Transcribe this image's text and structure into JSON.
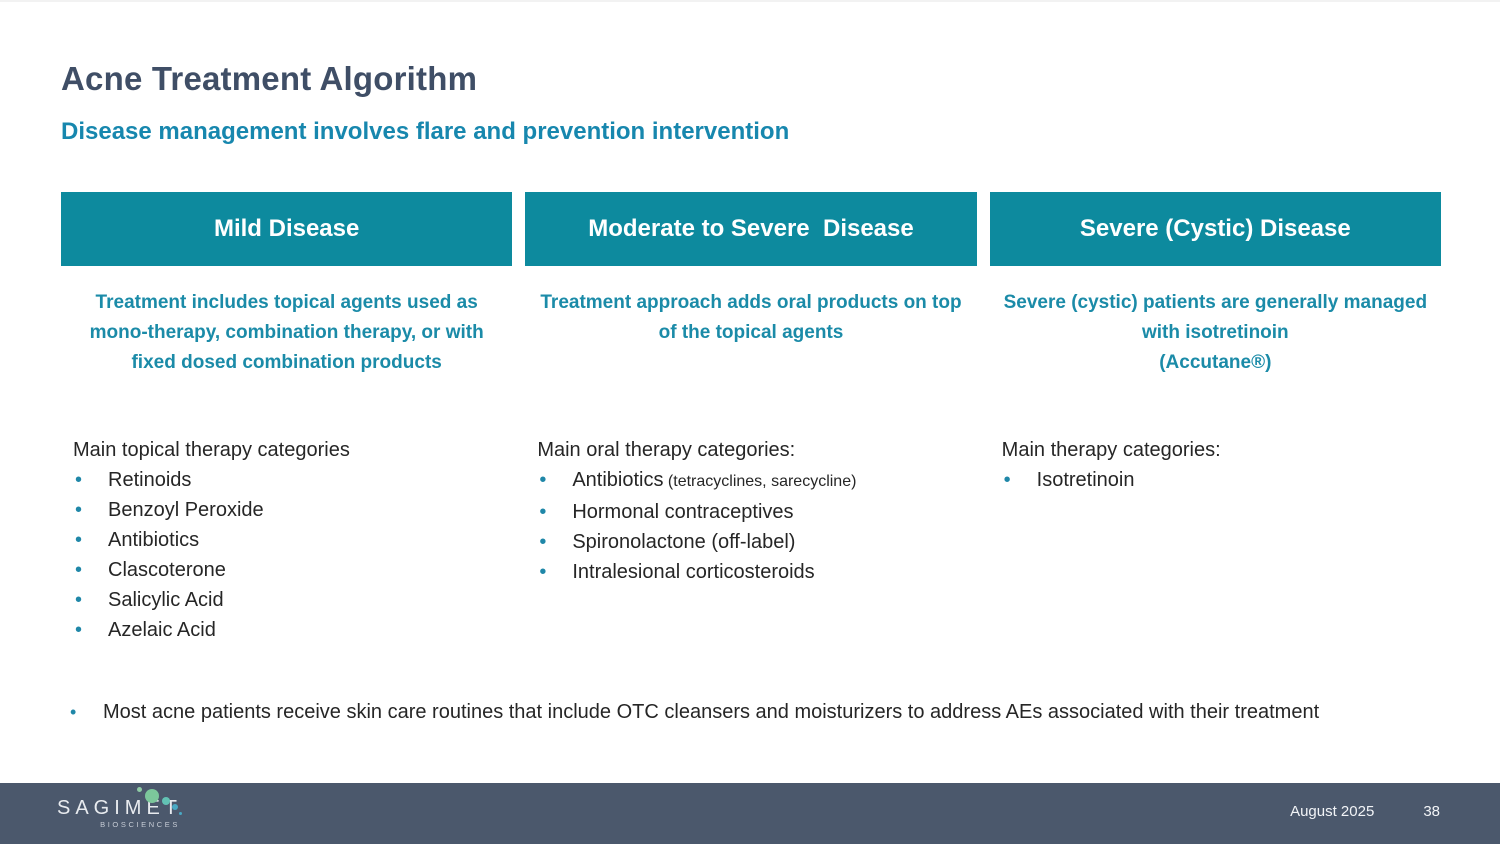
{
  "title": "Acne Treatment Algorithm",
  "subtitle": "Disease management involves flare and prevention intervention",
  "columns": [
    {
      "header": "Mild Disease",
      "description": "Treatment includes topical agents used as mono-therapy, combination therapy, or with fixed dosed combination products",
      "list_title": "Main topical therapy categories",
      "items": [
        {
          "text": "Retinoids"
        },
        {
          "text": "Benzoyl Peroxide"
        },
        {
          "text": "Antibiotics"
        },
        {
          "text": "Clascoterone"
        },
        {
          "text": "Salicylic Acid"
        },
        {
          "text": "Azelaic Acid"
        }
      ]
    },
    {
      "header": "Moderate to Severe  Disease",
      "description": "Treatment approach adds oral products on top of the topical agents",
      "list_title": "Main oral therapy categories:",
      "items": [
        {
          "text": "Antibiotics",
          "note": "(tetracyclines, sarecycline)"
        },
        {
          "text": "Hormonal contraceptives"
        },
        {
          "text": "Spironolactone (off-label)"
        },
        {
          "text": "Intralesional corticosteroids"
        }
      ]
    },
    {
      "header": "Severe (Cystic) Disease",
      "description": "Severe (cystic) patients are generally managed with isotretinoin\n(Accutane®)",
      "list_title": "Main therapy categories:",
      "items": [
        {
          "text": "Isotretinoin"
        }
      ]
    }
  ],
  "footnote": "Most acne patients receive skin care routines that include OTC cleansers and moisturizers to address AEs associated with their treatment",
  "footer": {
    "logo_text": "SAGIMET",
    "logo_subtext": "BIOSCIENCES",
    "date": "August 2025",
    "page": "38"
  },
  "colors": {
    "header_bar_teal": "#0D8A9E",
    "subtitle_teal": "#1787AE",
    "description_teal": "#1B8BA8",
    "bullet_teal": "#1F87A8",
    "title_slate": "#3F4E66",
    "footer_slate": "#4B586C",
    "body_text": "#262626"
  }
}
